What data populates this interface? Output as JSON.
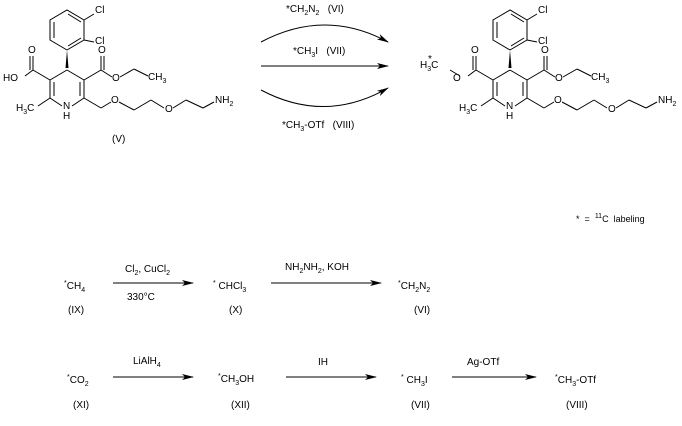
{
  "top_scheme": {
    "reactant": {
      "id_label": "(V)",
      "atoms": {
        "cl_top": "Cl",
        "cl_bottom": "Cl",
        "ho": "HO",
        "o_acid": "O",
        "o_ester_carbonyl": "O",
        "o_ester": "O",
        "ch3_ethyl": "CH",
        "ch3_ethyl_sub": "3",
        "h3c": "H",
        "h3c_sub": "3",
        "h3c_c": "C",
        "n": "N",
        "h": "H",
        "o_ether1": "O",
        "o_ether2": "O",
        "nh2": "NH",
        "nh2_sub": "2"
      }
    },
    "reagents": {
      "top": {
        "star": "*",
        "text1": "CH",
        "sub1": "2",
        "text2": "N",
        "sub2": "2",
        "label": "(VI)"
      },
      "middle": {
        "star": "*",
        "text1": "CH",
        "sub1": "3",
        "text2": "I",
        "label": "(VII)"
      },
      "bottom": {
        "star": "*",
        "text1": "CH",
        "sub1": "3",
        "text2": "-OTf",
        "label": "(VIII)"
      }
    },
    "product": {
      "atoms": {
        "h3c_star_h": "H",
        "h3c_star_sub": "3",
        "h3c_star_c": "C",
        "star": "*",
        "o_methyl_ester": "O",
        "o_carbonyl_left": "O",
        "cl_top": "Cl",
        "cl_bottom": "Cl",
        "o_carbonyl_right": "O",
        "o_ester": "O",
        "ch3_ethyl": "CH",
        "ch3_ethyl_sub": "3",
        "h3c": "H",
        "h3c_sub": "3",
        "h3c_c": "C",
        "n": "N",
        "h": "H",
        "o_ether1": "O",
        "o_ether2": "O",
        "nh2": "NH",
        "nh2_sub": "2"
      }
    }
  },
  "legend": {
    "star": "*",
    "equals": "=",
    "isotope": "11",
    "element": "C",
    "text": "labeling"
  },
  "scheme_row1": {
    "start": {
      "star": "*",
      "formula": "CH",
      "sub": "4",
      "label": "(IX)"
    },
    "step1": {
      "reagent_a": "Cl",
      "reagent_a_sub": "2",
      "reagent_b": ", CuCl",
      "reagent_b_sub": "2",
      "condition": "330°C"
    },
    "mid": {
      "star": "*",
      "formula": "CHCl",
      "sub": "3",
      "label": "(X)"
    },
    "step2": {
      "r1": "NH",
      "r1_sub": "2",
      "r2": "NH",
      "r2_sub": "2",
      "r3": ", KOH"
    },
    "end": {
      "star": "*",
      "formula1": "CH",
      "sub1": "2",
      "formula2": "N",
      "sub2": "2",
      "label": "(VI)"
    }
  },
  "scheme_row2": {
    "start": {
      "star": "*",
      "formula": "CO",
      "sub": "2",
      "label": "(XI)"
    },
    "step1": {
      "reagent": "LiAlH",
      "reagent_sub": "4"
    },
    "mid1": {
      "star": "*",
      "formula1": "CH",
      "sub1": "3",
      "formula2": "OH",
      "label": "(XII)"
    },
    "step2": {
      "reagent": "IH"
    },
    "mid2": {
      "star": "*",
      "formula1": "CH",
      "sub1": "3",
      "formula2": "I",
      "label": "(VII)"
    },
    "step3": {
      "reagent": "Ag-OTf"
    },
    "end": {
      "star": "*",
      "formula1": "CH",
      "sub1": "3",
      "formula2": "-OTf",
      "label": "(VIII)"
    }
  }
}
